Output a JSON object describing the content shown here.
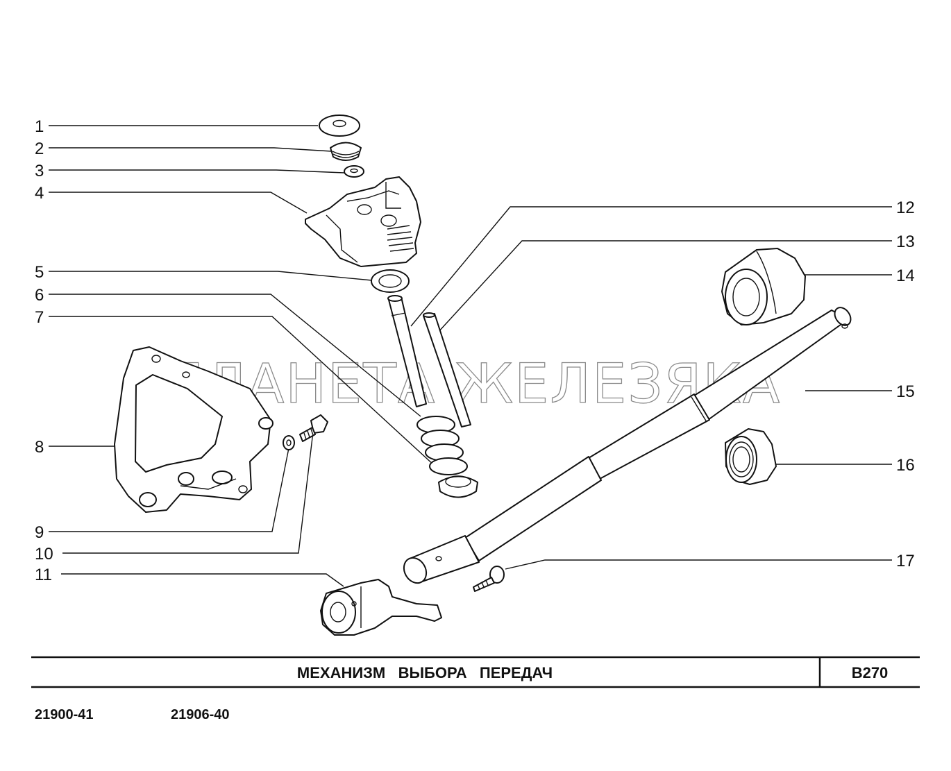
{
  "diagram": {
    "watermark": "ПЛАНЕТА ЖЕЛЕЗЯКА",
    "callouts": [
      "1",
      "2",
      "3",
      "4",
      "5",
      "6",
      "7",
      "8",
      "9",
      "10",
      "11",
      "12",
      "13",
      "14",
      "15",
      "16",
      "17"
    ]
  },
  "title_block": {
    "title": "МЕХАНИЗМ   ВЫБОРА   ПЕРЕДАЧ",
    "sheet": "B270"
  },
  "footer": {
    "model_1": "21900-41",
    "model_2": "21906-40"
  }
}
